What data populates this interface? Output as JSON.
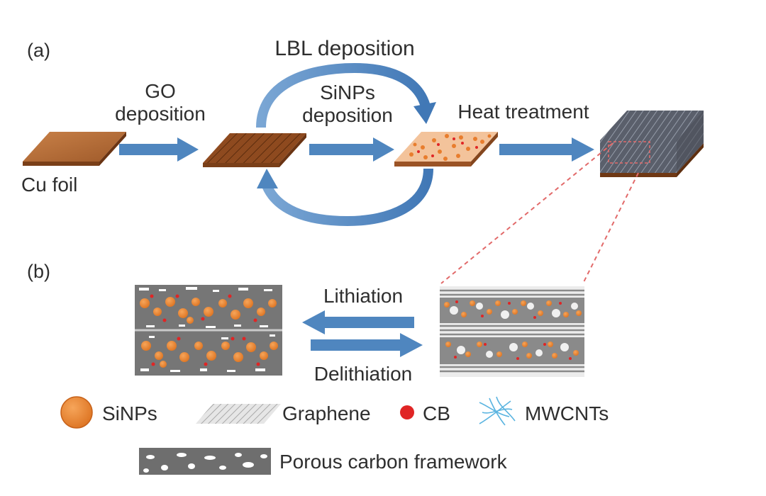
{
  "part_a": {
    "label": "(a)",
    "step_go": [
      "GO",
      "deposition"
    ],
    "step_lbl": "LBL deposition",
    "step_sinps": [
      "SiNPs",
      "deposition"
    ],
    "step_heat": "Heat treatment",
    "substrate": "Cu foil"
  },
  "part_b": {
    "label": "(b)",
    "lithiation": "Lithiation",
    "delithiation": "Delithiation"
  },
  "legend": {
    "sinps": "SiNPs",
    "graphene": "Graphene",
    "cb": "CB",
    "mwcnts": "MWCNTs",
    "porous": "Porous carbon framework"
  },
  "colors": {
    "arrow": "#4f86bf",
    "cu_foil": "#b8703a",
    "sinp": "#e8832e",
    "cb": "#e02525",
    "mwcnt": "#5ab4e0",
    "framework": "#6e6e6e",
    "dashed_line": "#e26a6a"
  }
}
